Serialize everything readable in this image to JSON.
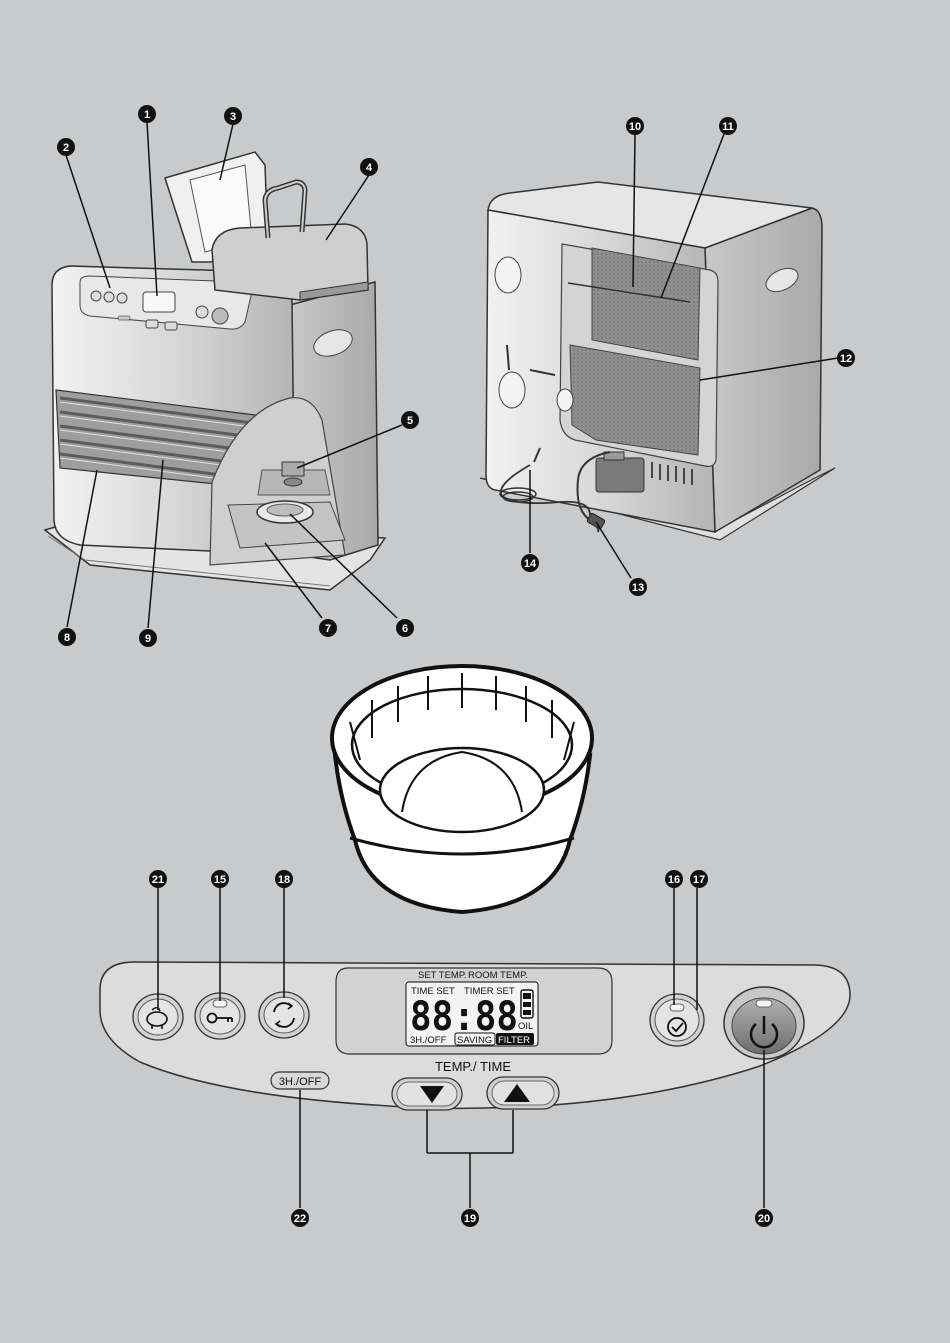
{
  "callouts": [
    "1",
    "2",
    "3",
    "4",
    "5",
    "6",
    "7",
    "8",
    "9",
    "10",
    "11",
    "12",
    "13",
    "14",
    "15",
    "16",
    "17",
    "18",
    "19",
    "20",
    "21",
    "22"
  ],
  "panel": {
    "lcd_header_left": "SET TEMP.",
    "lcd_header_right": "ROOM TEMP.",
    "lcd_time_set": "TIME SET",
    "lcd_timer_set": "TIMER SET",
    "lcd_digits": "88:88",
    "lcd_oil": "OIL",
    "lcd_3h_off": "3H./OFF",
    "lcd_saving": "SAVING",
    "lcd_filter": "FILTER",
    "button_3h_off": "3H./OFF",
    "temp_time": "TEMP./ TIME"
  },
  "icons": {
    "eco": "piggy-bank-icon",
    "lock": "key-icon",
    "filter_cycle": "circular-arrows-icon",
    "timer": "clock-check-icon",
    "power": "power-icon",
    "down": "triangle-down-icon",
    "up": "triangle-up-icon"
  },
  "colors": {
    "background": "#c9cacb",
    "callout": "#111111",
    "lcd": "#f4f4f4",
    "panel": "#dcdcdc"
  }
}
